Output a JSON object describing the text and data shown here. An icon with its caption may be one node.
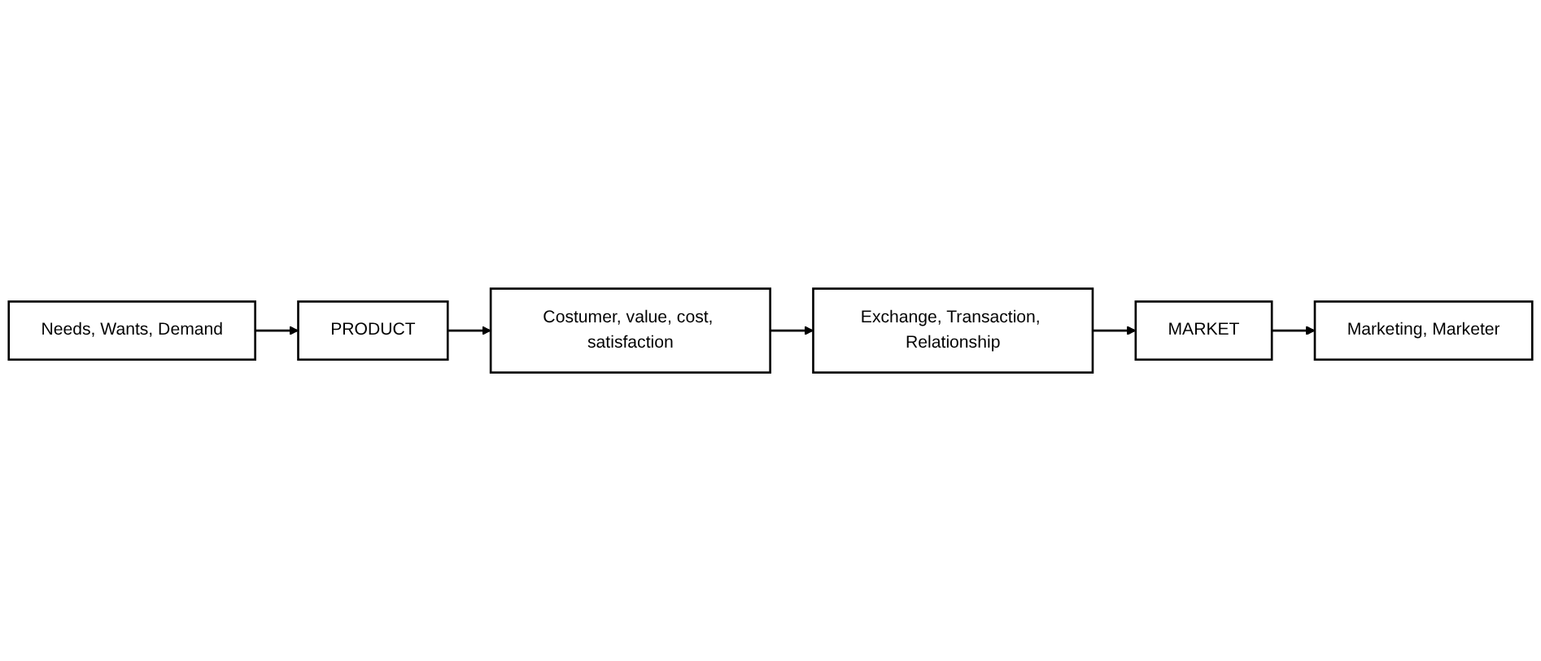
{
  "diagram": {
    "nodes": [
      {
        "text": [
          "Needs, Wants, Demand"
        ]
      },
      {
        "text": [
          "PRODUCT"
        ]
      },
      {
        "text": [
          "Costumer, value, cost, satisfaction"
        ]
      },
      {
        "text": [
          "Exchange, Transaction, Relationship"
        ]
      },
      {
        "text": [
          "MARKET"
        ]
      },
      {
        "text": [
          "Marketing, Marketer"
        ]
      }
    ],
    "edges": [
      {
        "from": 0,
        "to": 1,
        "arrow": "to"
      },
      {
        "from": 1,
        "to": 2,
        "arrow": "to"
      },
      {
        "from": 2,
        "to": 3,
        "arrow": "to"
      },
      {
        "from": 3,
        "to": 4,
        "arrow": "to"
      },
      {
        "from": 4,
        "to": 5,
        "arrow": "to"
      }
    ]
  }
}
